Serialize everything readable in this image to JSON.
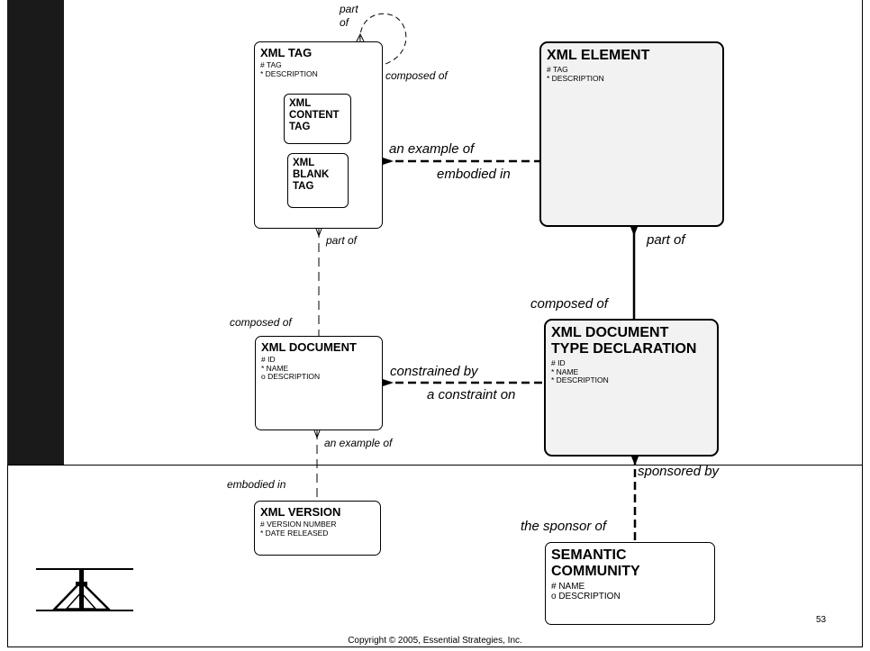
{
  "entities": {
    "xml_tag": {
      "title": "XML TAG",
      "attributes": [
        "# TAG",
        "* DESCRIPTION"
      ]
    },
    "xml_content_tag": {
      "title": "XML\nCONTENT\nTAG"
    },
    "xml_blank_tag": {
      "title": "XML\nBLANK\nTAG"
    },
    "xml_element": {
      "title": "XML ELEMENT",
      "attributes": [
        "# TAG",
        "* DESCRIPTION"
      ]
    },
    "xml_document": {
      "title": "XML DOCUMENT",
      "attributes": [
        "# ID",
        "* NAME",
        "o DESCRIPTION"
      ]
    },
    "xml_dtd": {
      "title": "XML DOCUMENT\nTYPE DECLARATION",
      "attributes": [
        "# ID",
        "* NAME",
        "* DESCRIPTION"
      ]
    },
    "xml_version": {
      "title": "XML VERSION",
      "attributes": [
        "# VERSION NUMBER",
        "* DATE RELEASED"
      ]
    },
    "semantic_community": {
      "title": "SEMANTIC\nCOMMUNITY",
      "attributes": [
        "# NAME",
        "o DESCRIPTION"
      ]
    }
  },
  "relationship_labels": {
    "tag_self_part_of": "part\nof",
    "tag_self_composed_of": "composed of",
    "tag_element_an_example_of": "an example of",
    "tag_element_embodied_in": "embodied in",
    "tag_document_part_of": "part of",
    "tag_document_composed_of": "composed of",
    "element_dtd_part_of": "part of",
    "element_dtd_composed_of": "composed of",
    "document_dtd_constrained_by": "constrained by",
    "document_dtd_a_constraint_on": "a constraint on",
    "document_version_an_example_of": "an example of",
    "document_version_embodied_in": "embodied in",
    "dtd_community_sponsored_by": "sponsored by",
    "dtd_community_the_sponsor_of": "the sponsor of"
  },
  "footer": {
    "copyright": "Copyright © 2005, Essential Strategies, Inc."
  },
  "page_number": "53"
}
